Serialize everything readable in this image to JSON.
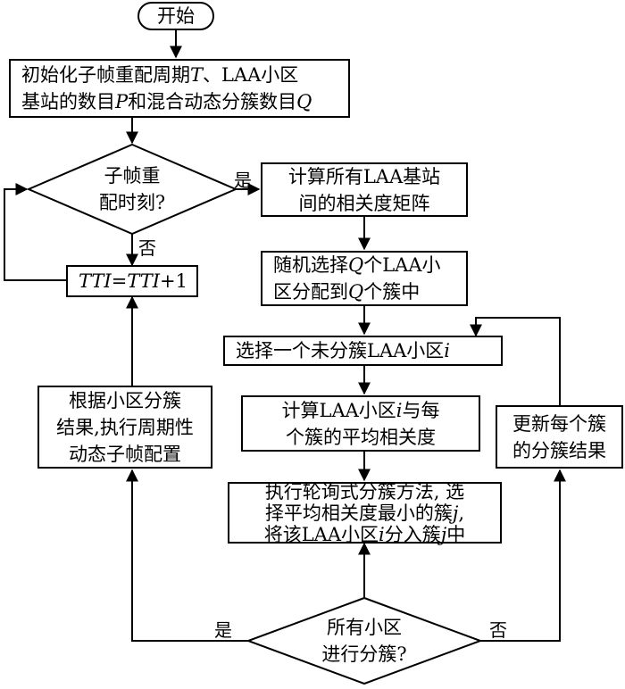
{
  "nodes": {
    "start": {
      "lines": [
        "开始"
      ]
    },
    "init": {
      "lines": [
        "初始化子帧重配周期<i>T</i>、LAA小区",
        "基站的数目<i>P</i>和混合动态分簇数目<i>Q</i>"
      ]
    },
    "decision_reconfig": {
      "lines": [
        "子帧重",
        "配时刻?"
      ]
    },
    "compute_matrix": {
      "lines": [
        "计算所有LAA基站",
        "间的相关度矩阵"
      ]
    },
    "random_select": {
      "lines": [
        "随机选择<i>Q</i>个LAA小",
        "区分配到<i>Q</i>个簇中"
      ]
    },
    "tti_update": {
      "lines": [
        "<i>TTI</i>=<i>TTI</i>+1"
      ]
    },
    "select_cell": {
      "lines": [
        "选择一个未分簇LAA小区<i>i</i>"
      ]
    },
    "execute_config": {
      "lines": [
        "根据小区分簇",
        "结果,执行周期性",
        "动态子帧配置"
      ]
    },
    "compute_avg": {
      "lines": [
        "计算LAA小区<i>i</i>与每",
        "个簇的平均相关度"
      ]
    },
    "update_result": {
      "lines": [
        "更新每个簇",
        "的分簇结果"
      ]
    },
    "polling": {
      "lines": [
        "执行轮询式分簇方法, 选",
        "择平均相关度最小的簇<i>j</i>,",
        "将该LAA小区<i>i</i>分入簇<i>j</i>中"
      ]
    },
    "decision_all": {
      "lines": [
        "所有小区",
        "进行分簇?"
      ]
    }
  },
  "edge_labels": {
    "reconfig_yes": "是",
    "reconfig_no": "否",
    "all_yes": "是",
    "all_no": "否"
  }
}
